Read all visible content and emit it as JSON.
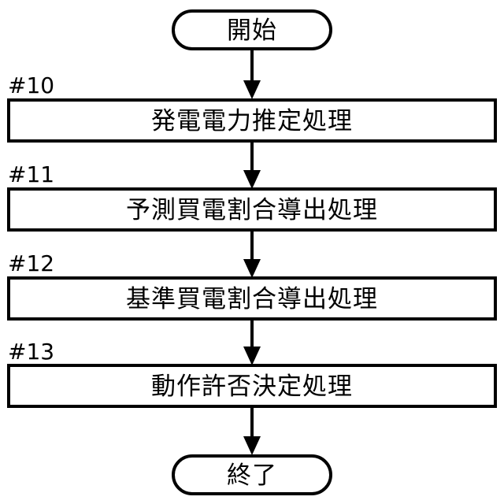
{
  "diagram": {
    "type": "flowchart",
    "orientation": "vertical",
    "language": "ja",
    "colors": {
      "background": "#ffffff",
      "stroke": "#000000",
      "fill": "#ffffff",
      "text": "#000000"
    },
    "start_node": {
      "shape": "stadium",
      "label": "開始"
    },
    "end_node": {
      "shape": "stadium",
      "label": "終了"
    },
    "steps": [
      {
        "tag": "#10",
        "label": "発電電力推定処理",
        "shape": "rectangle"
      },
      {
        "tag": "#11",
        "label": "予測買電割合導出処理",
        "shape": "rectangle"
      },
      {
        "tag": "#12",
        "label": "基準買電割合導出処理",
        "shape": "rectangle"
      },
      {
        "tag": "#13",
        "label": "動作許否決定処理",
        "shape": "rectangle"
      }
    ],
    "connectors": [
      {
        "name": "start-to-step-10",
        "from": "開始",
        "to": "発電電力推定処理",
        "arrow": "down"
      },
      {
        "name": "step-10-to-step-11",
        "from": "発電電力推定処理",
        "to": "予測買電割合導出処理",
        "arrow": "down"
      },
      {
        "name": "step-11-to-step-12",
        "from": "予測買電割合導出処理",
        "to": "基準買電割合導出処理",
        "arrow": "down"
      },
      {
        "name": "step-12-to-step-13",
        "from": "基準買電割合導出処理",
        "to": "動作許否決定処理",
        "arrow": "down"
      },
      {
        "name": "step-13-to-end",
        "from": "動作許否決定処理",
        "to": "終了",
        "arrow": "down"
      }
    ]
  }
}
